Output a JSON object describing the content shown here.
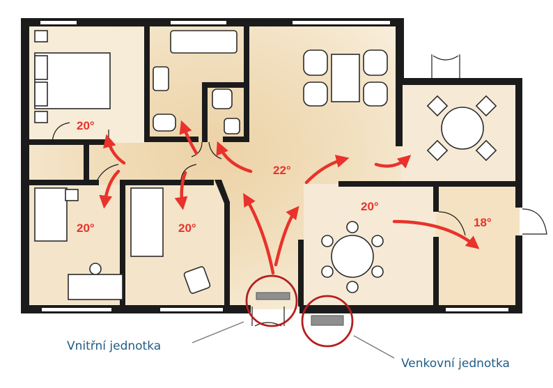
{
  "temperatures": {
    "bedroom_top": "20°",
    "bedroom_bottom_left": "20°",
    "bedroom_bottom_middle": "20°",
    "living_room": "22°",
    "dining_room": "20°",
    "small_room": "18°"
  },
  "labels": {
    "indoor_unit": "Vnitřní jednotka",
    "outdoor_unit": "Venkovní jednotka"
  },
  "colors": {
    "wall": "#1b1b1b",
    "floor_warm": "#f0dcb9",
    "floor_light": "#f6ead2",
    "arrow": "#e8322b",
    "unit_circle": "#b51e1e",
    "label_text": "#1f5c86"
  }
}
